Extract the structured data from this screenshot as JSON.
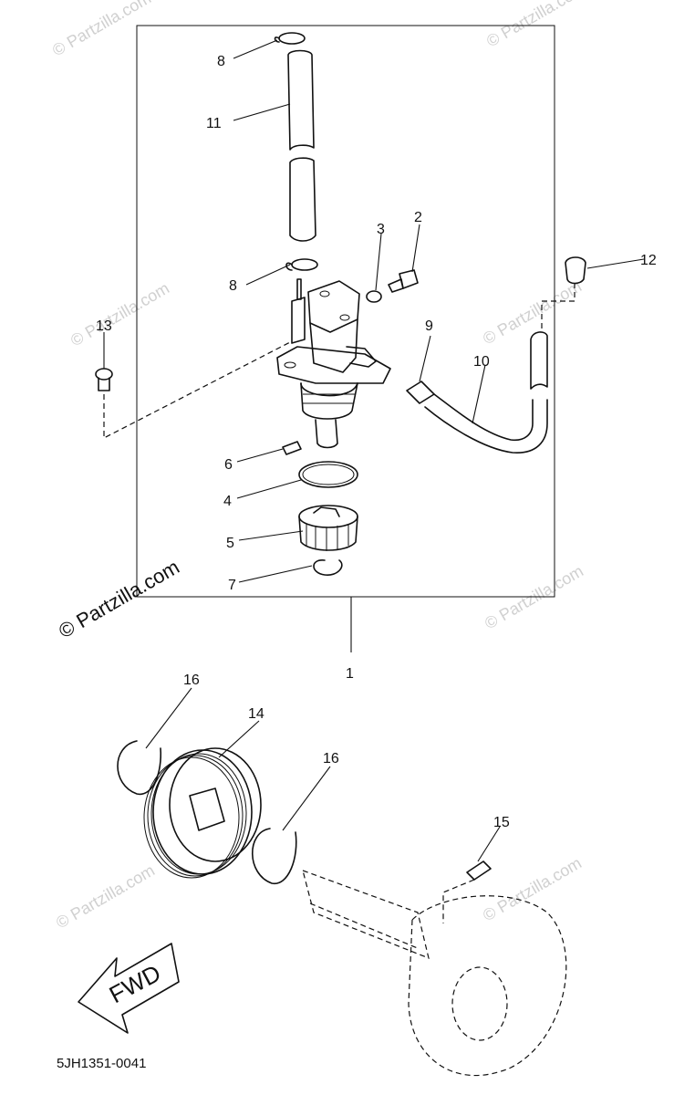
{
  "watermark_text": "© Partzilla.com",
  "diagram_code": "5JH1351-0041",
  "fwd_label": "FWD",
  "callouts": {
    "c1": "1",
    "c2": "2",
    "c3": "3",
    "c4": "4",
    "c5": "5",
    "c6": "6",
    "c7": "7",
    "c8a": "8",
    "c8b": "8",
    "c9": "9",
    "c10": "10",
    "c11": "11",
    "c12": "12",
    "c13": "13",
    "c14": "14",
    "c15": "15",
    "c16a": "16",
    "c16b": "16"
  }
}
